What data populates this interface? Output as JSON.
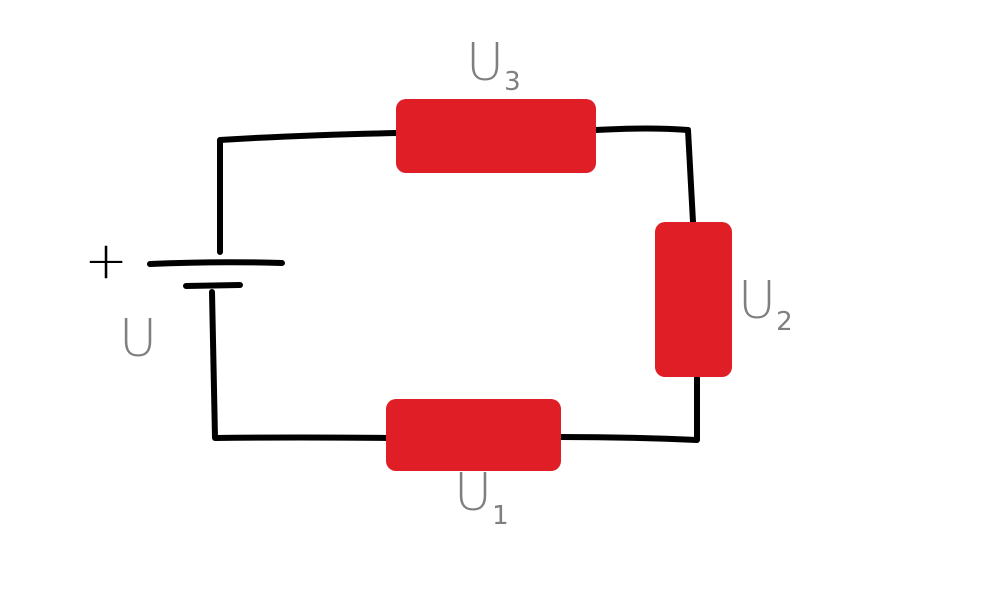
{
  "colors": {
    "wire": "#000000",
    "resistor": "#e01e26",
    "label": "#7f7f7f",
    "background": "#ffffff"
  },
  "battery": {
    "polarity": "+",
    "label": "U"
  },
  "resistors": [
    {
      "main": "U",
      "sub": "3"
    },
    {
      "main": "U",
      "sub": "2"
    },
    {
      "main": "U",
      "sub": "1"
    }
  ]
}
